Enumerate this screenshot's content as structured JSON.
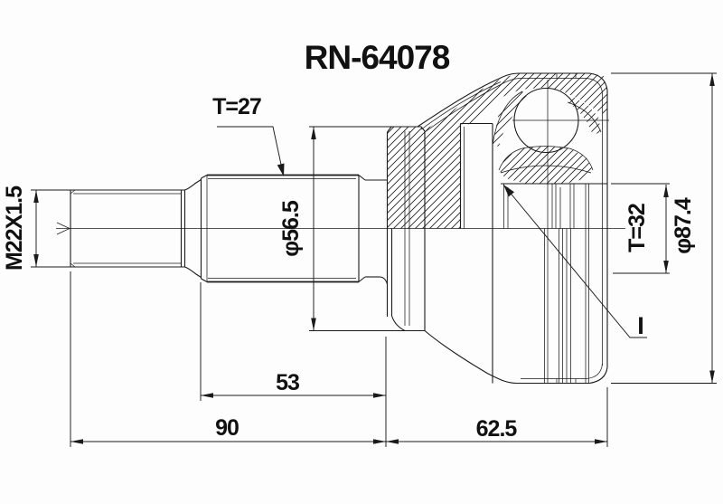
{
  "drawing": {
    "title": "RN-64078",
    "callout": "I",
    "dimensions": {
      "thread": "M22X1.5",
      "outer_spline_teeth": "T=27",
      "boot_groove_diameter": "φ56.5",
      "inner_spline_teeth": "T=32",
      "outer_diameter": "φ87.4",
      "spline_length": "53",
      "shaft_length": "90",
      "joint_length": "62.5"
    },
    "colors": {
      "line": "#1a1a1a",
      "background": "#ffffff"
    }
  }
}
